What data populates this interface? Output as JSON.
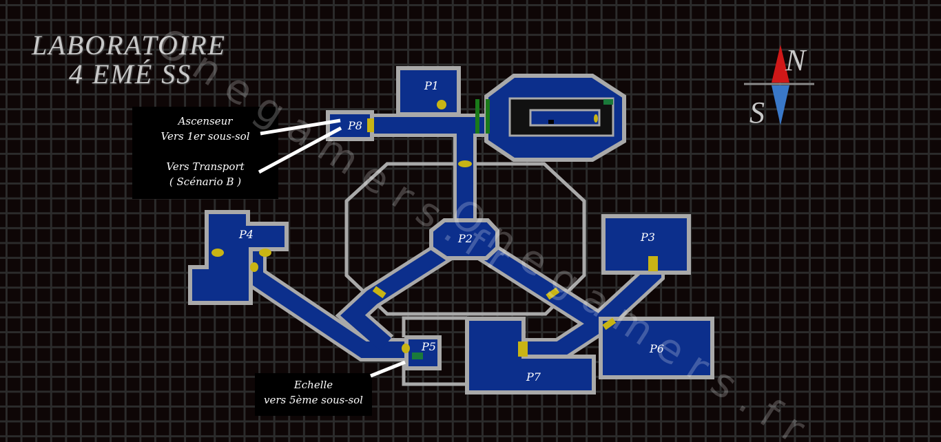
{
  "title": {
    "line1": "LABORATOIRE",
    "line2": "4 EMÉ SS"
  },
  "callouts": {
    "elevator": {
      "line1": "Ascenseur",
      "line2": "Vers 1er sous-sol"
    },
    "transport": {
      "line1": "Vers Transport",
      "line2": "( Scénario B )"
    },
    "ladder": {
      "line1": "Echelle",
      "line2": "vers 5ème sous-sol"
    }
  },
  "rooms": {
    "p1": "P1",
    "p2": "P2",
    "p3": "P3",
    "p4": "P4",
    "p5": "P5",
    "p6": "P6",
    "p7": "P7",
    "p8": "P8"
  },
  "compass": {
    "north": "N",
    "south": "S"
  },
  "watermark": "Onegamers.fr",
  "colors": {
    "room": "#0c2f8c",
    "wall": "#a9a9a9",
    "door": "#c8b414",
    "grid": "#2b2b2b"
  }
}
